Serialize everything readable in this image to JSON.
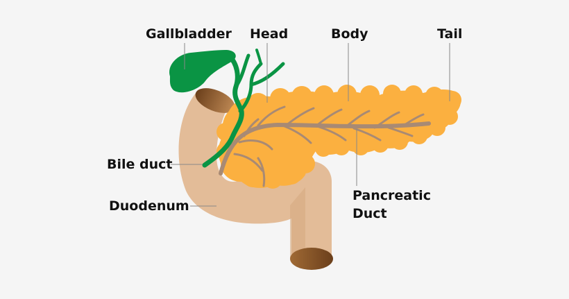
{
  "labels": {
    "gallbladder": "Gallbladder",
    "head": "Head",
    "body": "Body",
    "tail": "Tail",
    "bile_duct": "Bile duct",
    "duodenum": "Duodenum",
    "pancreatic_duct_line1": "Pancreatic",
    "pancreatic_duct_line2": "Duct"
  },
  "colors": {
    "background": "#f5f5f5",
    "pancreas": "#fbb040",
    "duodenum": "#e3bc98",
    "duodenum_opening": "#8b5a2b",
    "bile_duct": "#0a9444",
    "pancreatic_duct": "#a88a74",
    "leader_line": "#888888",
    "text": "#111111"
  }
}
